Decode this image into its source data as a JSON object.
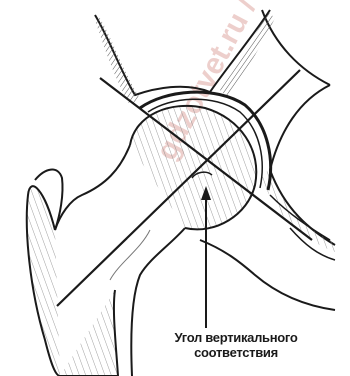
{
  "diagram": {
    "annotation_line1": "Угол вертикального",
    "annotation_line2": "соответствия",
    "watermark_text": "gdzotvet.ru / gdzotvet.ru"
  },
  "colors": {
    "ink": "#1a1a1a",
    "hatch": "#555555",
    "watermark": "#e0a9a3",
    "background": "#ffffff"
  }
}
